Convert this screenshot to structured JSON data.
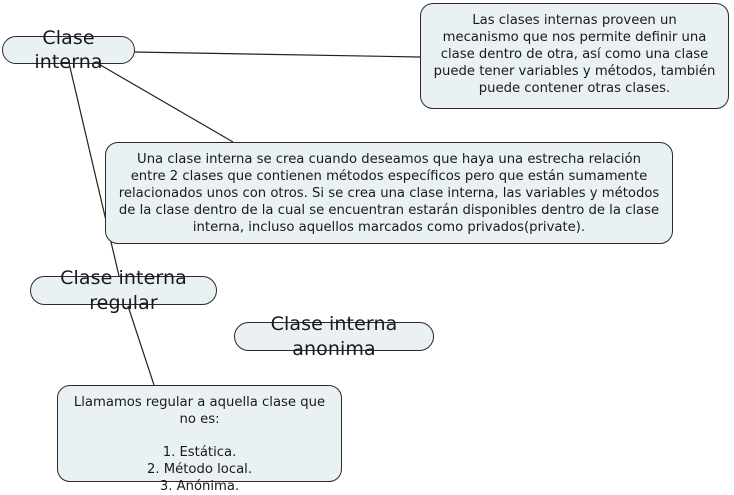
{
  "diagram": {
    "title": "Clase interna",
    "nodes": [
      {
        "id": "root",
        "label": "Clase interna"
      },
      {
        "id": "regular",
        "label": "Clase interna regular"
      },
      {
        "id": "anonima",
        "label": "Clase interna anonima"
      }
    ],
    "notes": [
      {
        "id": "note-top",
        "text": "Las clases internas proveen un mecanismo que nos permite definir una clase dentro de otra, así como una clase puede tener variables y métodos, también puede contener otras clases."
      },
      {
        "id": "note-middle",
        "text": "Una clase interna se crea cuando deseamos que haya una estrecha relación entre 2 clases que contienen métodos específicos pero que están sumamente relacionados unos con otros. Si se crea una clase interna, las variables y métodos de la clase dentro de la cual se encuentran estarán disponibles dentro de la clase interna, incluso aquellos marcados como privados(private)."
      },
      {
        "id": "note-bottom",
        "heading": "Llamamos regular a aquella clase que no es:",
        "items": "1. Estática.\n2. Método local.\n3. Anónima."
      }
    ],
    "edges": [
      {
        "id": "root-to-note-top",
        "from": "root",
        "to": "note-top"
      },
      {
        "id": "root-to-note-middle",
        "from": "root",
        "to": "note-middle"
      },
      {
        "id": "root-to-regular",
        "from": "root",
        "to": "regular"
      },
      {
        "id": "regular-to-note-bottom",
        "from": "regular",
        "to": "note-bottom"
      }
    ],
    "colors": {
      "node_fill": "#eaf1f4",
      "node_border": "#2b2b2b",
      "edge_line": "#222222",
      "background": "#ffffff",
      "text": "#1a1a1a"
    }
  }
}
